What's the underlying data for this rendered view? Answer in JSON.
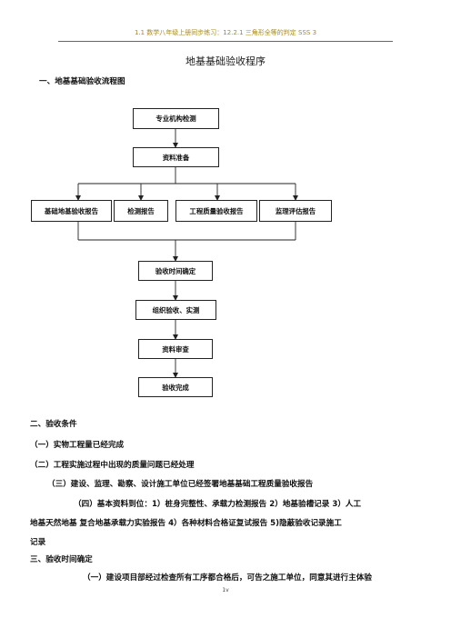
{
  "header": {
    "text": "1.1 数学八年级上册同步练习：12.2.1 三角形全等的判定 SSS 3"
  },
  "title": "地基基础验收程序",
  "section1": {
    "heading": "一、地基基础验收流程图"
  },
  "flowchart": {
    "step1": "专业机构检测",
    "step2": "资料准备",
    "reports": [
      "基础地基验收报告",
      "检测报告",
      "工程质量验收报告",
      "监理评估报告"
    ],
    "step3": "验收时间确定",
    "step4": "组织验收、实测",
    "step5": "资料审查",
    "step6": "验收完成"
  },
  "section2": {
    "heading": "二、验收条件",
    "item1": "（一）实物工程量已经完成",
    "item2": "（二）工程实施过程中出现的质量问题已经处理",
    "item3": "（三）建设、监理、勘察、设计施工单位已经签署地基基础工程质量验收报告",
    "item4_line1": "（四）基本资料到位：1）桩身完整性、承载力检测报告   2）地基验槽记录   3）人工",
    "item4_line2": "地基天然地基  复合地基承载力实验报告  4）各种材料合格证复试报告  5)隐蔽验收记录施工",
    "item4_line3": "记录"
  },
  "section3": {
    "heading": "三、验收时间确定",
    "item1": "（一）建设项目部经过检查所有工序都合格后，可告之施工单位，同意其进行主体验"
  },
  "footer": {
    "page": "1v"
  }
}
